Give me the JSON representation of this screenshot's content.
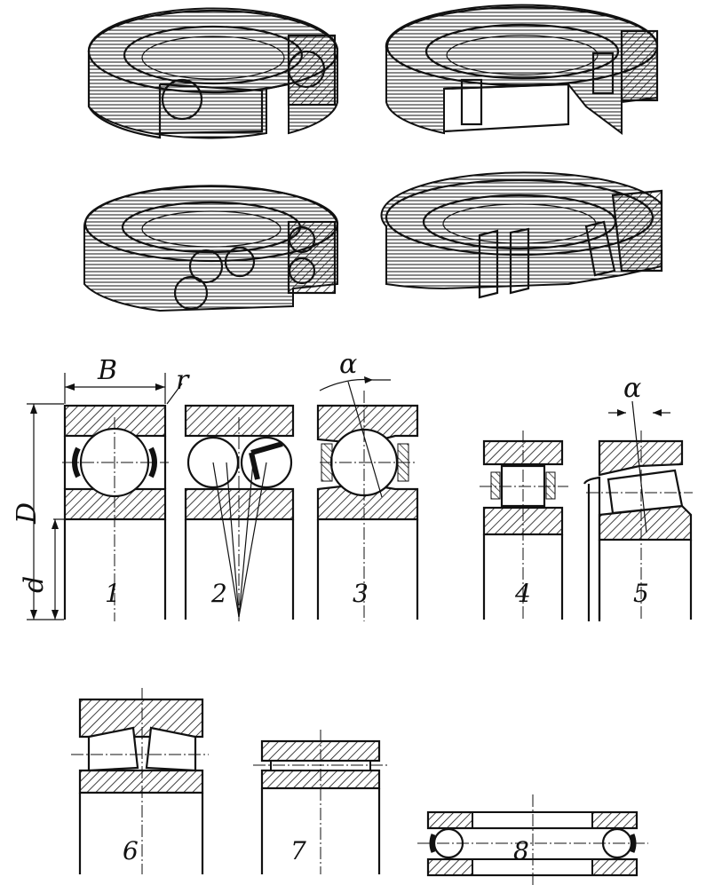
{
  "labels": {
    "width": "B",
    "radius": "r",
    "outer_diameter": "D",
    "bore": "d",
    "contact_angle": "α"
  },
  "figures": {
    "f1": "1",
    "f2": "2",
    "f3": "3",
    "f4": "4",
    "f5": "5",
    "f6": "6",
    "f7": "7",
    "f8": "8"
  }
}
